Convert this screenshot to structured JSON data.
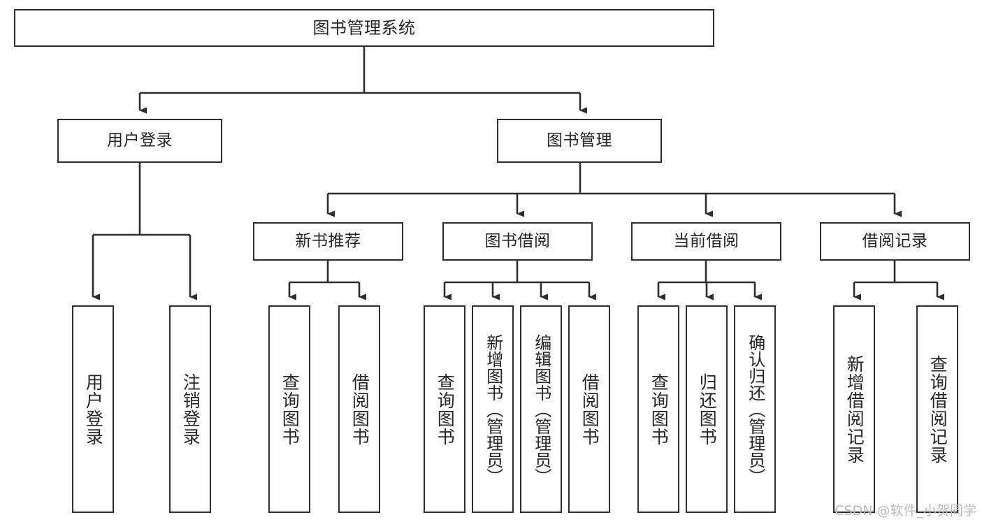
{
  "diagram": {
    "title": "图书管理系统",
    "type": "tree",
    "orientation": "top-down",
    "line_color": "#2e2e2e",
    "box_fill": "#ffffff",
    "text_color": "#262626"
  },
  "watermark": {
    "text": "CSDN @软件_小贺同学",
    "color": "#b9b9b9"
  },
  "nodes": {
    "root": {
      "label": "图书管理系统"
    },
    "level1": [
      {
        "label": "用户登录"
      },
      {
        "label": "图书管理"
      }
    ],
    "level2": [
      {
        "label": "新书推荐"
      },
      {
        "label": "图书借阅"
      },
      {
        "label": "当前借阅"
      },
      {
        "label": "借阅记录"
      }
    ],
    "leaves": {
      "user_login": [
        {
          "label": "用户登录"
        },
        {
          "label": "注销登录"
        }
      ],
      "new_book": [
        {
          "label": "查询图书"
        },
        {
          "label": "借阅图书"
        }
      ],
      "book_borrow": [
        {
          "label": "查询图书"
        },
        {
          "label": "新增图书（管理员）"
        },
        {
          "label": "编辑图书（管理员）"
        },
        {
          "label": "借阅图书"
        }
      ],
      "current_borrow": [
        {
          "label": "查询图书"
        },
        {
          "label": "归还图书"
        },
        {
          "label": "确认归还（管理员）"
        }
      ],
      "borrow_record": [
        {
          "label": "新增借阅记录"
        },
        {
          "label": "查询借阅记录"
        }
      ]
    }
  }
}
